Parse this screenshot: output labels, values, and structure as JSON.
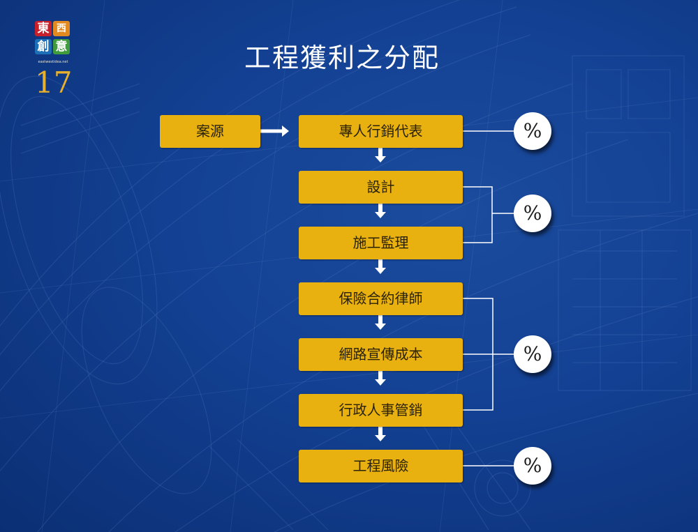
{
  "logo": {
    "chars": [
      "東",
      "西",
      "創",
      "意"
    ],
    "colors": [
      "#c8202a",
      "#e2891f",
      "#1d6fb7",
      "#3f9b3c"
    ],
    "url": "eastwestidea.net"
  },
  "page_number": "17",
  "title": "工程獲利之分配",
  "colors": {
    "background": "#134092",
    "box": "#e8b110",
    "box_text": "#2a2208",
    "connector": "#ffffff",
    "accent": "#e8b02b"
  },
  "nodes": {
    "source": "案源",
    "sales_rep": "專人行銷代表",
    "design": "設計",
    "supervision": "施工監理",
    "insurance_lawyer": "保險合約律師",
    "web_cost": "網路宣傳成本",
    "admin_cost": "行政人事管銷",
    "construction_risk": "工程風險"
  },
  "percent_label": "%"
}
